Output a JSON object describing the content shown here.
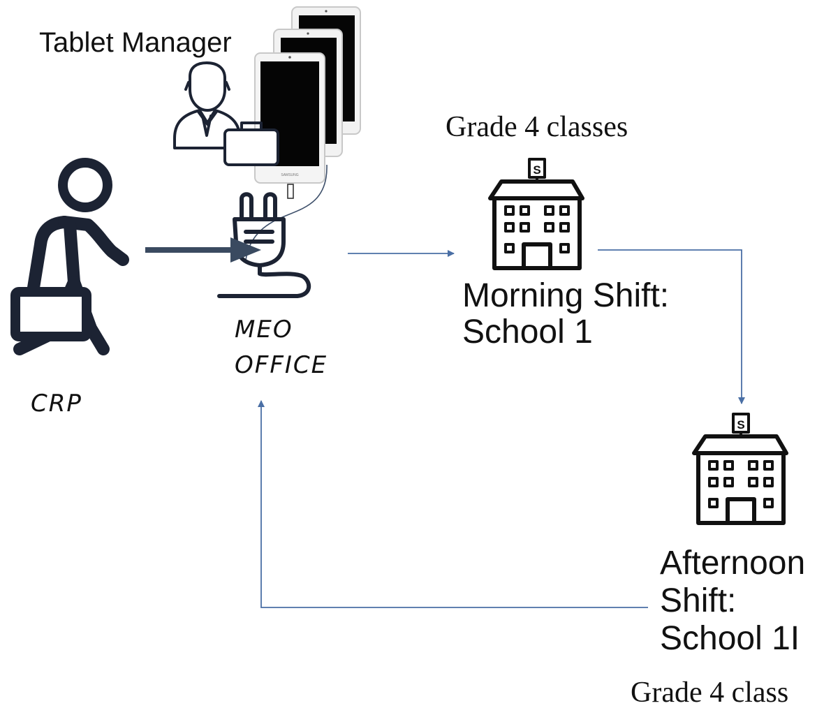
{
  "diagram": {
    "tablet_manager": "Tablet Manager",
    "meo_office": [
      "MEO",
      "OFFICE"
    ],
    "crp": "CRP",
    "school1": {
      "grade_label": "Grade 4 classes",
      "shift": [
        "Morning Shift:",
        "School 1"
      ]
    },
    "school2": {
      "shift": [
        "Afternoon",
        "Shift:",
        "School 1I"
      ],
      "grade_label": "Grade 4 class"
    },
    "building_sign": "S",
    "tablet_brand": "SAMSUNG"
  },
  "colors": {
    "icon": "#1c2333",
    "arrow_thin": "#4a6fa5",
    "arrow_thick": "#3a4a60",
    "tablet_body": "#f2f2f2",
    "tablet_screen": "#050505"
  }
}
